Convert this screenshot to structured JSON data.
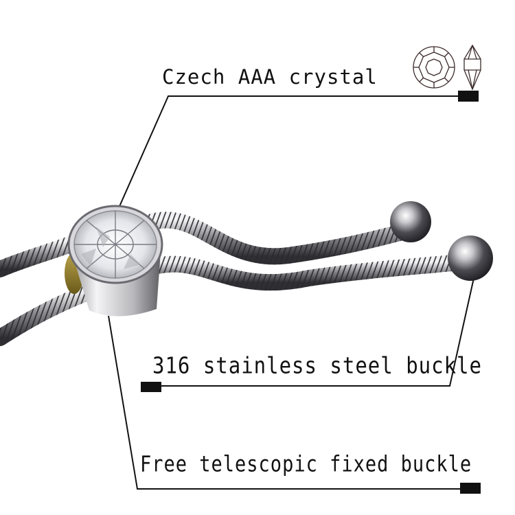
{
  "labels": {
    "crystal": "Czech AAA crystal",
    "steel": "316 stainless steel buckle",
    "free": "Free telescopic fixed buckle"
  },
  "icons": [
    "crystal-top-view-icon",
    "crystal-side-view-icon"
  ],
  "colors": {
    "text": "#111111",
    "line": "#111111",
    "metal_light": "#d9d9dc",
    "metal_dark": "#3a3a3e",
    "background": "#ffffff"
  }
}
